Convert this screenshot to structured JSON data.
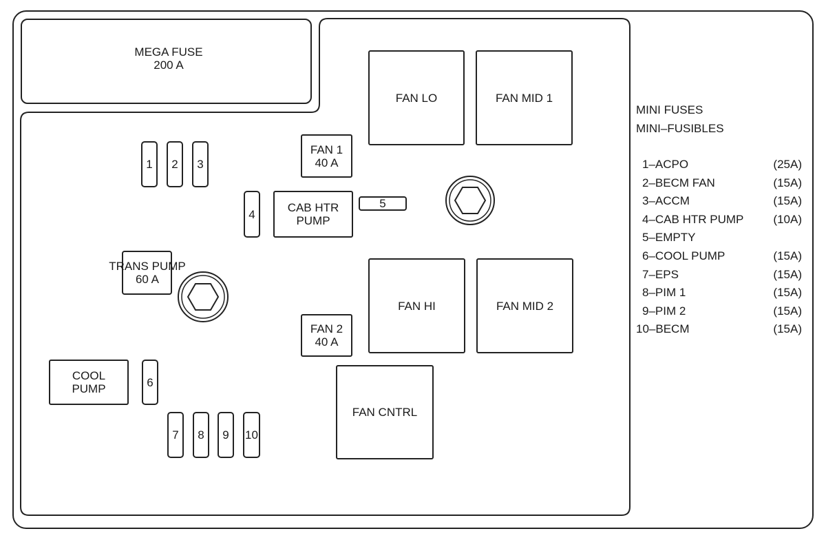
{
  "mega_fuse": {
    "line1": "MEGA FUSE",
    "line2": "200 A"
  },
  "relays": {
    "fan_lo": "FAN LO",
    "fan_mid_1": "FAN MID 1",
    "fan_hi": "FAN HI",
    "fan_mid_2": "FAN MID 2",
    "fan_cntrl": "FAN CNTRL"
  },
  "fan1": {
    "line1": "FAN 1",
    "line2": "40 A"
  },
  "fan2": {
    "line1": "FAN 2",
    "line2": "40 A"
  },
  "cab_htr": {
    "line1": "CAB HTR",
    "line2": "PUMP"
  },
  "trans_pump": {
    "line1": "TRANS PUMP",
    "line2": "60 A"
  },
  "cool_pump": {
    "line1": "COOL",
    "line2": "PUMP"
  },
  "fuses": [
    "1",
    "2",
    "3",
    "4",
    "5",
    "6",
    "7",
    "8",
    "9",
    "10"
  ],
  "legend": {
    "title1": "MINI FUSES",
    "title2": "MINI–FUSIBLES",
    "items": [
      {
        "name": "1–ACPO",
        "amp": "(25A)"
      },
      {
        "name": "2–BECM FAN",
        "amp": "(15A)"
      },
      {
        "name": "3–ACCM",
        "amp": "(15A)"
      },
      {
        "name": "4–CAB HTR PUMP",
        "amp": "(10A)"
      },
      {
        "name": "5–EMPTY",
        "amp": ""
      },
      {
        "name": "6–COOL PUMP",
        "amp": "(15A)"
      },
      {
        "name": "7–EPS",
        "amp": "(15A)"
      },
      {
        "name": "8–PIM 1",
        "amp": "(15A)"
      },
      {
        "name": "9–PIM 2",
        "amp": "(15A)"
      },
      {
        "name": "10–BECM",
        "amp": "(15A)"
      }
    ]
  }
}
